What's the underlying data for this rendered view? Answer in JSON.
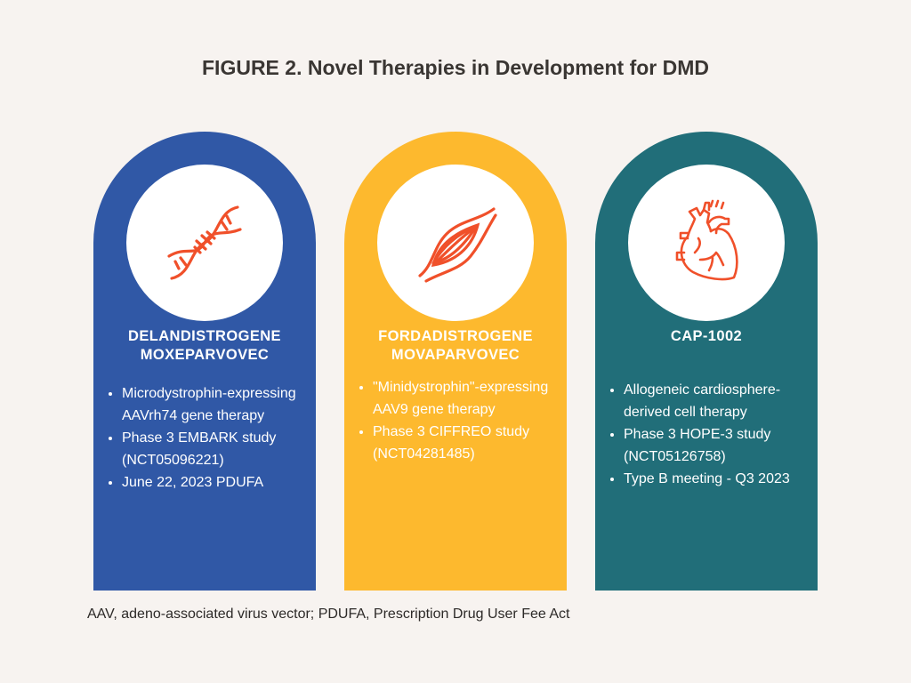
{
  "title": "FIGURE 2. Novel Therapies in Development for DMD",
  "colors": {
    "background": "#f7f3f0",
    "card1": "#3058a6",
    "card2": "#fdb92e",
    "card3": "#216e79",
    "icon_stroke": "#f0502a"
  },
  "cards": [
    {
      "icon": "dna-icon",
      "title_line1": "DELANDISTROGENE",
      "title_line2": "MOXEPARVOVEC",
      "bullets": [
        "Microdystrophin-expressing AAVrh74 gene therapy",
        "Phase 3 EMBARK study (NCT05096221)",
        "June 22, 2023 PDUFA"
      ]
    },
    {
      "icon": "muscle-icon",
      "title_line1": "FORDADISTROGENE",
      "title_line2": "MOVAPARVOVEC",
      "bullets": [
        "\"Minidystrophin\"-expressing AAV9 gene therapy",
        "Phase 3 CIFFREO study (NCT04281485)"
      ]
    },
    {
      "icon": "heart-icon",
      "title_line1": "CAP-1002",
      "title_line2": "",
      "bullets": [
        "Allogeneic cardiosphere-derived cell therapy",
        "Phase 3 HOPE-3 study (NCT05126758)",
        "Type B meeting - Q3 2023"
      ]
    }
  ],
  "footnote": "AAV, adeno-associated virus vector; PDUFA, Prescription Drug User Fee Act"
}
